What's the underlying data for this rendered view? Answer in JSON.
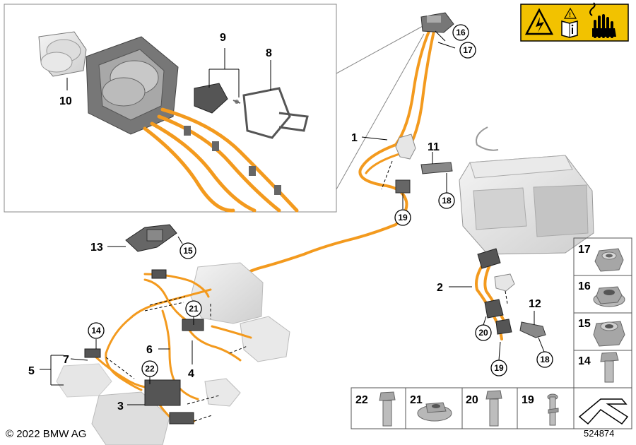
{
  "callouts": {
    "p1": "1",
    "p2": "2",
    "p3": "3",
    "p4": "4",
    "p5": "5",
    "p6": "6",
    "p7": "7",
    "p8": "8",
    "p9": "9",
    "p10": "10",
    "p11": "11",
    "p12": "12",
    "p13": "13",
    "p14": "14",
    "p15": "15",
    "p16": "16",
    "p17": "17",
    "p18": "18",
    "p19": "19",
    "p20": "20",
    "p21": "21",
    "p22": "22"
  },
  "circled": {
    "c14": "14",
    "c15": "15",
    "c16": "16",
    "c17": "17",
    "c18a": "18",
    "c18b": "18",
    "c19a": "19",
    "c19b": "19",
    "c20": "20",
    "c21": "21",
    "c22": "22"
  },
  "fastener_panel": {
    "right_column": [
      "17",
      "16",
      "15",
      "14"
    ],
    "bottom_row": [
      "22",
      "21",
      "20",
      "19"
    ]
  },
  "warning_label": {
    "icons": [
      "high-voltage-warning-icon",
      "read-manual-icon",
      "no-touch-hand-icon"
    ],
    "background_color": "#f2c200"
  },
  "colors": {
    "cable_orange": "#f39a1e",
    "part_gray": "#b9b9b9"
  },
  "footer": {
    "copyright": "© 2022 BMW AG",
    "diagram_number": "524874"
  }
}
